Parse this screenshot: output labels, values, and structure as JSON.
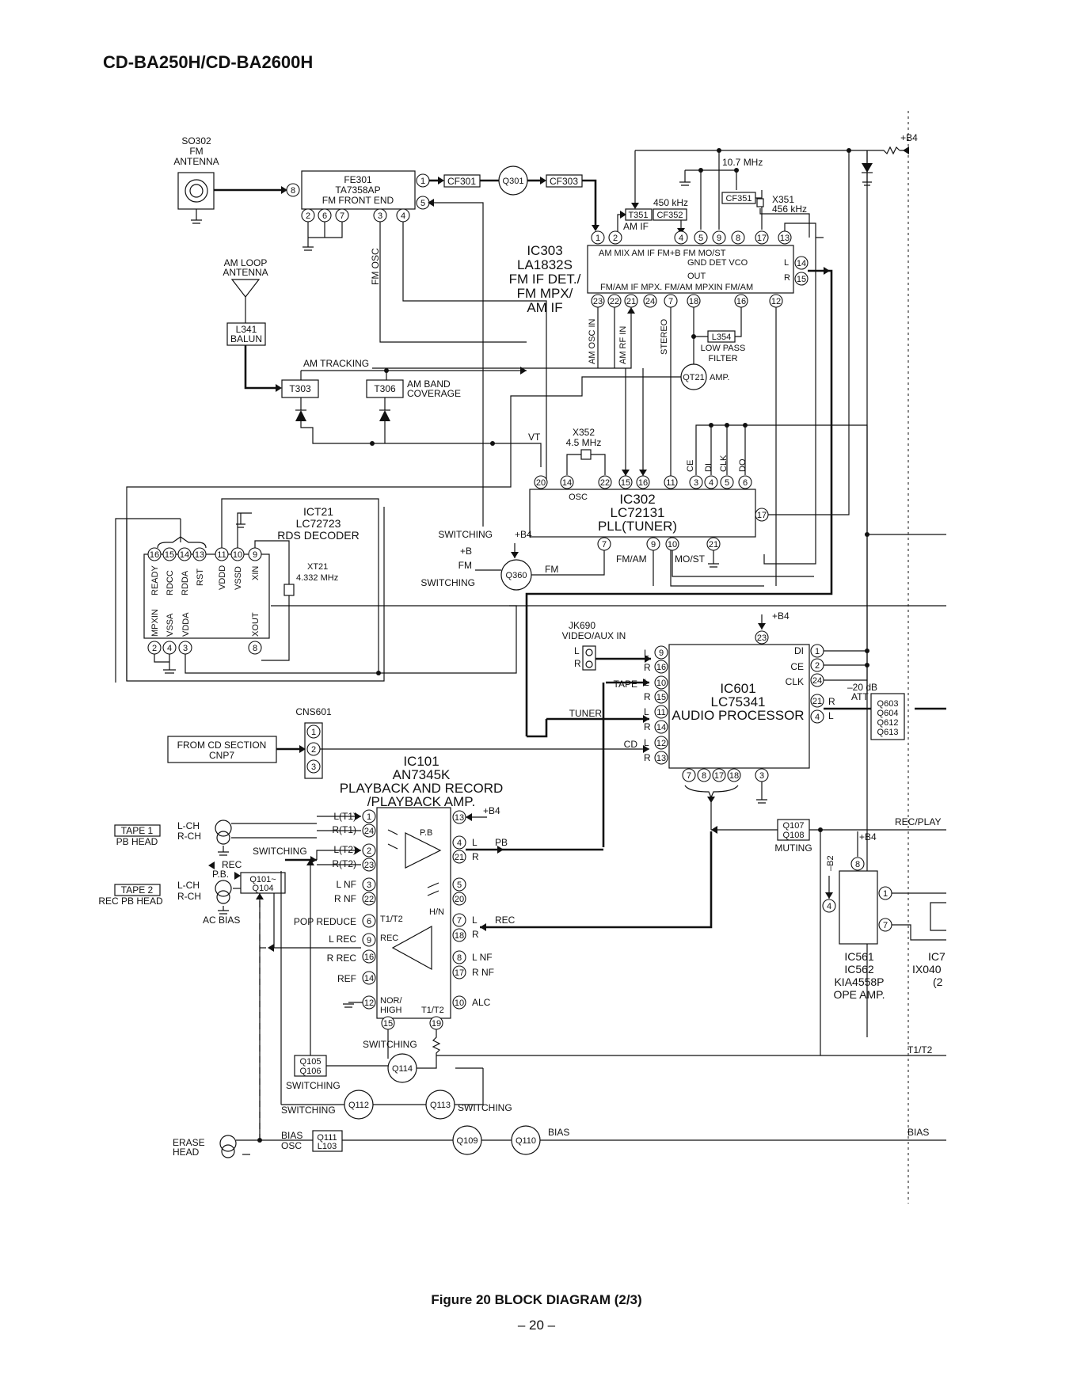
{
  "header": {
    "title": "CD-BA250H/CD-BA2600H"
  },
  "footer": {
    "caption": "Figure 20 BLOCK DIAGRAM (2/3)",
    "page": "– 20 –"
  },
  "antenna": {
    "name": "SO302",
    "l1": "FM",
    "l2": "ANTENNA"
  },
  "fe301": {
    "name": "FE301",
    "part": "TA7358AP",
    "desc": "FM  FRONT  END"
  },
  "cf301": "CF301",
  "q301": "Q301",
  "cf303": "CF303",
  "b4": "+B4",
  "freq107": "10.7 MHz",
  "t351": "T351",
  "cf352": "CF352",
  "amif": "AM  IF",
  "khz450": "450 kHz",
  "cf351": "CF351",
  "x351": "X351",
  "khz456": "456 kHz",
  "ic303": {
    "name": "IC303",
    "part": "LA1832S",
    "d1": "FM IF DET./",
    "d2": "FM MPX/",
    "d3": "AM IF"
  },
  "ic303_top": "AM  MIX      AM  IF   FM+B   FM     MO/ST",
  "ic303_top2": "GND     DET  VCO",
  "ic303_bot": "FM/AM  IF  MPX.   FM/AM    MPXIN  FM/AM",
  "ic303_out": "OUT",
  "am_loop": {
    "l1": "AM  LOOP",
    "l2": "ANTENNA"
  },
  "l341": {
    "l1": "L341",
    "l2": "BALUN"
  },
  "fm_osc": "FM  OSC",
  "am_osc_in": "AM  OSC  IN",
  "am_rf_in": "AM  RF  IN",
  "stereo": "STEREO",
  "l354": "L354",
  "lpf1": "LOW PASS",
  "lpf2": "FILTER",
  "qt21": "QT21",
  "amp": "AMP.",
  "am_tracking": "AM  TRACKING",
  "t303": "T303",
  "t306": "T306",
  "band1": "AM  BAND",
  "band2": "COVERAGE",
  "vt": "VT",
  "x352": "X352",
  "mhz45": "4.5 MHz",
  "ce": "CE",
  "di": "DI",
  "clk": "CLK",
  "do": "DO",
  "ic302": {
    "name": "IC302",
    "part": "LC72131",
    "desc": "PLL(TUNER)",
    "osc": "OSC"
  },
  "ict21": {
    "name": "ICT21",
    "part": "LC72723",
    "desc": "RDS DECODER"
  },
  "ict21_pins_top": [
    "READY",
    "RDCC",
    "RDDA",
    "RST",
    "VDDD",
    "VSSD",
    "XIN"
  ],
  "ict21_pins_bot": [
    "MPXIN",
    "VSSA",
    "VDDA",
    "XOUT"
  ],
  "xt21": "XT21",
  "mhz4332": "4.332 MHz",
  "plusb": "+B",
  "fm": "FM",
  "switching": "SWITCHING",
  "q360": "Q360",
  "fmam": "FM/AM",
  "most": "MO/ST",
  "jk690": "JK690",
  "vaux": "VIDEO/AUX IN",
  "ic601": {
    "name": "IC601",
    "part": "LC75341",
    "desc": "AUDIO  PROCESSOR"
  },
  "tape": "TAPE",
  "tuner": "TUNER",
  "cd": "CD",
  "di_l": "DI",
  "ce_l": "CE",
  "clk_l": "CLK",
  "att1": "–20 dB",
  "att2": "ATT",
  "q603": [
    "Q603",
    "Q604",
    "Q612",
    "Q613"
  ],
  "cns601": "CNS601",
  "from_cd": {
    "l1": "FROM  CD  SECTION",
    "l2": "CNP7"
  },
  "ic101": {
    "name": "IC101",
    "part": "AN7345K",
    "d1": "PLAYBACK  AND  RECORD",
    "d2": "/PLAYBACK  AMP."
  },
  "ic101_left": [
    "L(T1)",
    "R(T1)",
    "L(T2)",
    "R(T2)",
    "L  NF",
    "R  NF",
    "POP  REDUCE",
    "L  REC",
    "R  REC",
    "REF"
  ],
  "pb": "P.B",
  "hn": "H/N",
  "t1t2": "T1/T2",
  "rec": "REC",
  "nor": "NOR/",
  "high": "HIGH",
  "t1t2b": "T1/T2",
  "pb_out": "PB",
  "rec_in": "REC",
  "alc": "ALC",
  "lnf": "L  NF",
  "rnf": "R  NF",
  "tape1": "TAPE  1",
  "pbhead": "PB  HEAD",
  "tape2": "TAPE  2",
  "recpbhead": "REC  PB  HEAD",
  "lch": "L-CH",
  "rch": "R-CH",
  "recarrow": "REC",
  "pbarrow": "P.B.",
  "q101": [
    "Q101~",
    "Q104"
  ],
  "acbias": "AC  BIAS",
  "q107": [
    "Q107",
    "Q108"
  ],
  "muting": "MUTING",
  "recplay": "REC/PLAY",
  "b2": "–B2",
  "ic561": {
    "l1": "IC561",
    "l2": "IC562",
    "l3": "KIA4558P",
    "l4": "OPE AMP."
  },
  "ic7": {
    "l1": "IC7",
    "l2": "IX040",
    "l3": "(2"
  },
  "q105": [
    "Q105",
    "Q106"
  ],
  "q114": "Q114",
  "q112": "Q112",
  "q113": "Q113",
  "q111": [
    "Q111",
    "L103"
  ],
  "q109": "Q109",
  "q110": "Q110",
  "bias": "BIAS",
  "osc": "OSC",
  "erase": {
    "l1": "ERASE",
    "l2": "HEAD"
  },
  "t1t2r": "T1/T2",
  "bias_r": "BIAS"
}
